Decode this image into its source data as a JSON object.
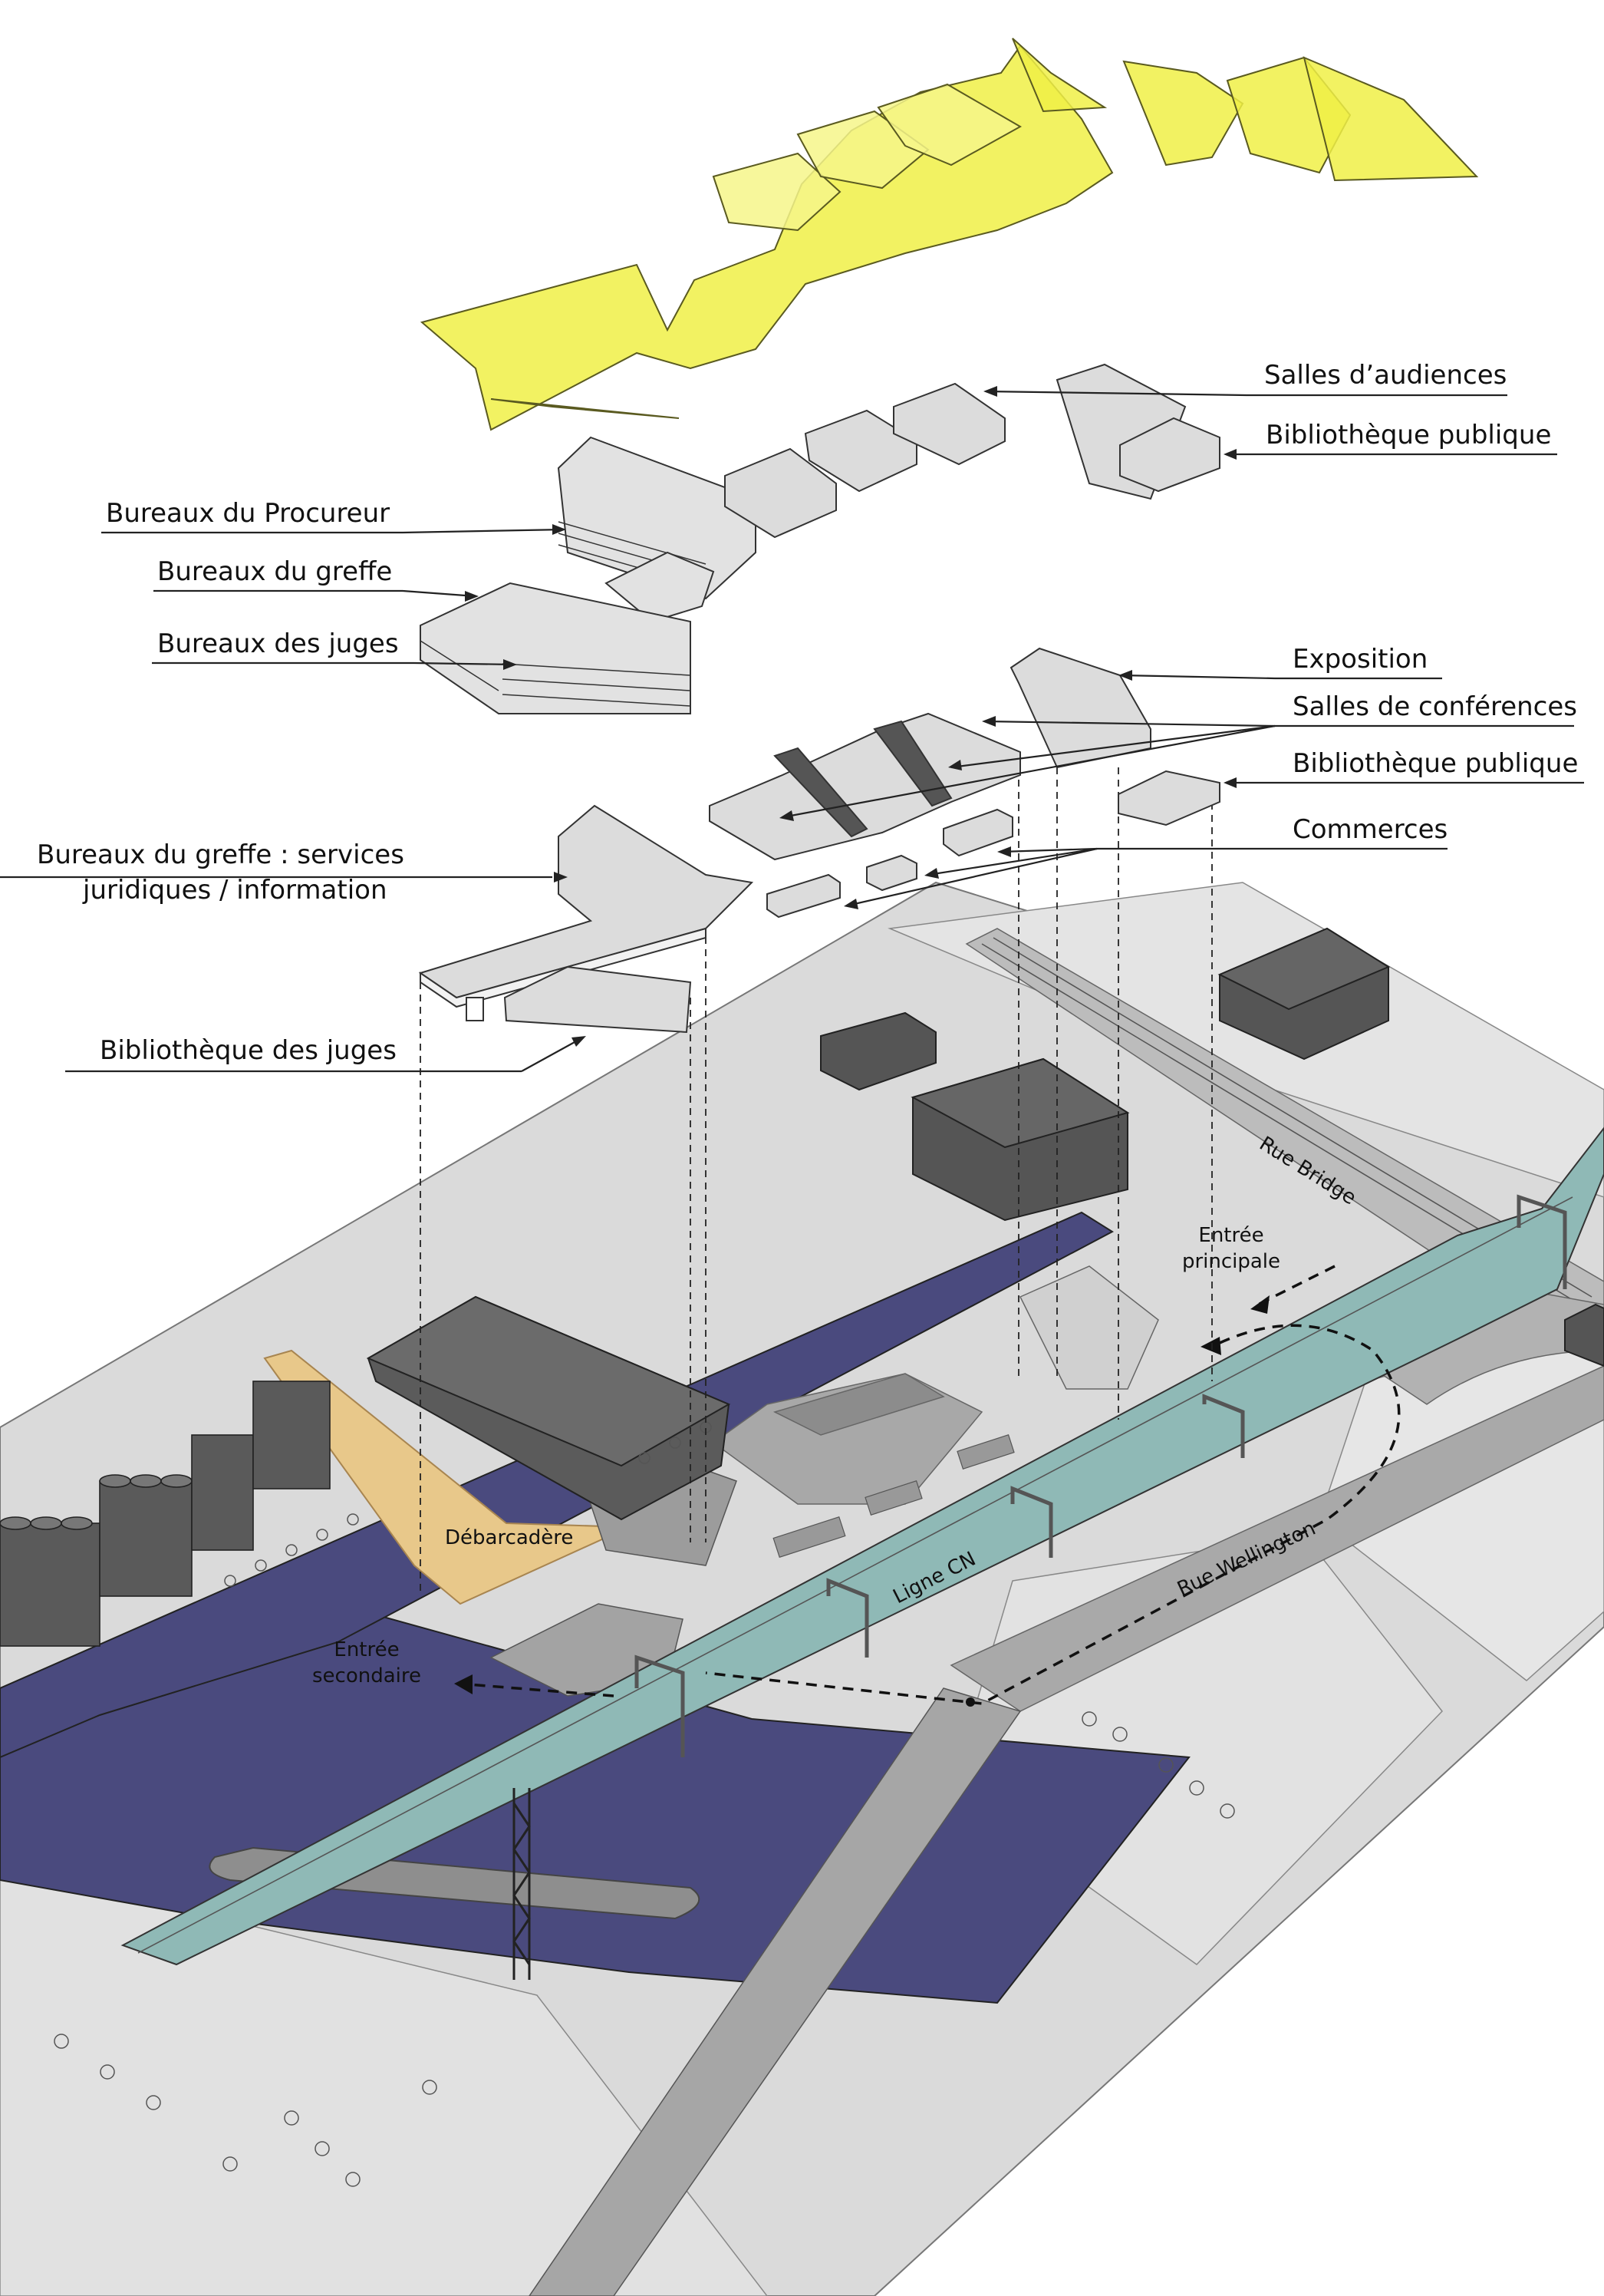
{
  "labels": {
    "salles_audiences": "Salles d’audiences",
    "bibliotheque_publique_top": "Bibliothèque publique",
    "bureaux_procureur": "Bureaux du Procureur",
    "bureaux_greffe": "Bureaux du greffe",
    "bureaux_juges": "Bureaux des juges",
    "exposition": "Exposition",
    "salles_conferences": "Salles de conférences",
    "bibliotheque_publique_mid": "Bibliothèque publique",
    "commerces": "Commerces",
    "greffe_services_line1": "Bureaux du greffe : services",
    "greffe_services_line2": "juridiques / information",
    "bibliotheque_juges": "Bibliothèque des juges"
  },
  "map_labels": {
    "entree_principale_line1": "Entrée",
    "entree_principale_line2": "principale",
    "entree_secondaire_line1": "Entrée",
    "entree_secondaire_line2": "secondaire",
    "debarcadere": "Débarcadère",
    "ligne_cn": "Ligne CN",
    "rue_wellington": "Rue Wellington",
    "rue_bridge": "Rue Bridge"
  },
  "colors": {
    "roof_yellow": "#f0f046",
    "volume_light": "#dcdcdc",
    "volume_dark": "#595959",
    "water": "#4a4a7e",
    "rail_bridge": "#8fb9b6",
    "ground": "#d9d9d9",
    "dock": "#e8c88a"
  }
}
